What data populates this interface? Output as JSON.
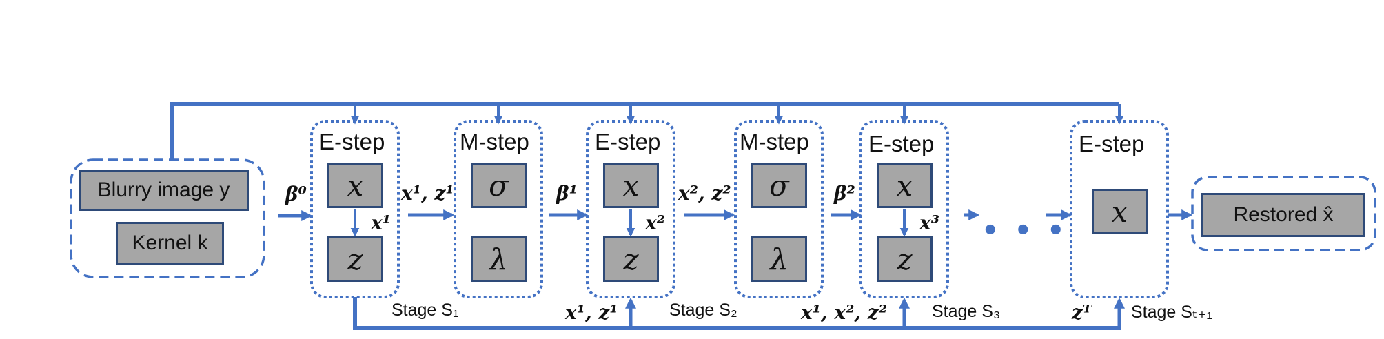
{
  "input": {
    "blurry": "Blurry image y",
    "kernel": "Kernel k"
  },
  "output": {
    "label": "Restored x̂"
  },
  "steps": {
    "e1": "E-step",
    "m1": "M-step",
    "e2": "E-step",
    "m2": "M-step",
    "e3": "E-step",
    "eT": "E-step"
  },
  "symbols": {
    "x": "x",
    "z": "z",
    "sigma": "σ",
    "lambda": "λ"
  },
  "flow": {
    "beta0": "β⁰",
    "beta1": "β¹",
    "beta2": "β²",
    "xz1": "x¹, z¹",
    "xz2": "x², z²",
    "x1": "x¹",
    "x2": "x²",
    "x3": "x³",
    "bot1": "x¹, z¹",
    "bot2": "x¹, x², z²",
    "zT": "zᵀ",
    "ellipsis": "• • •"
  },
  "stages": {
    "s1": "Stage S₁",
    "s2": "Stage S₂",
    "s3": "Stage S₃",
    "sT": "Stage Sₜ₊₁"
  },
  "colors": {
    "arrow": "#4472c4",
    "boxBorder": "#2e4a78",
    "boxFill": "#a6a6a6"
  }
}
